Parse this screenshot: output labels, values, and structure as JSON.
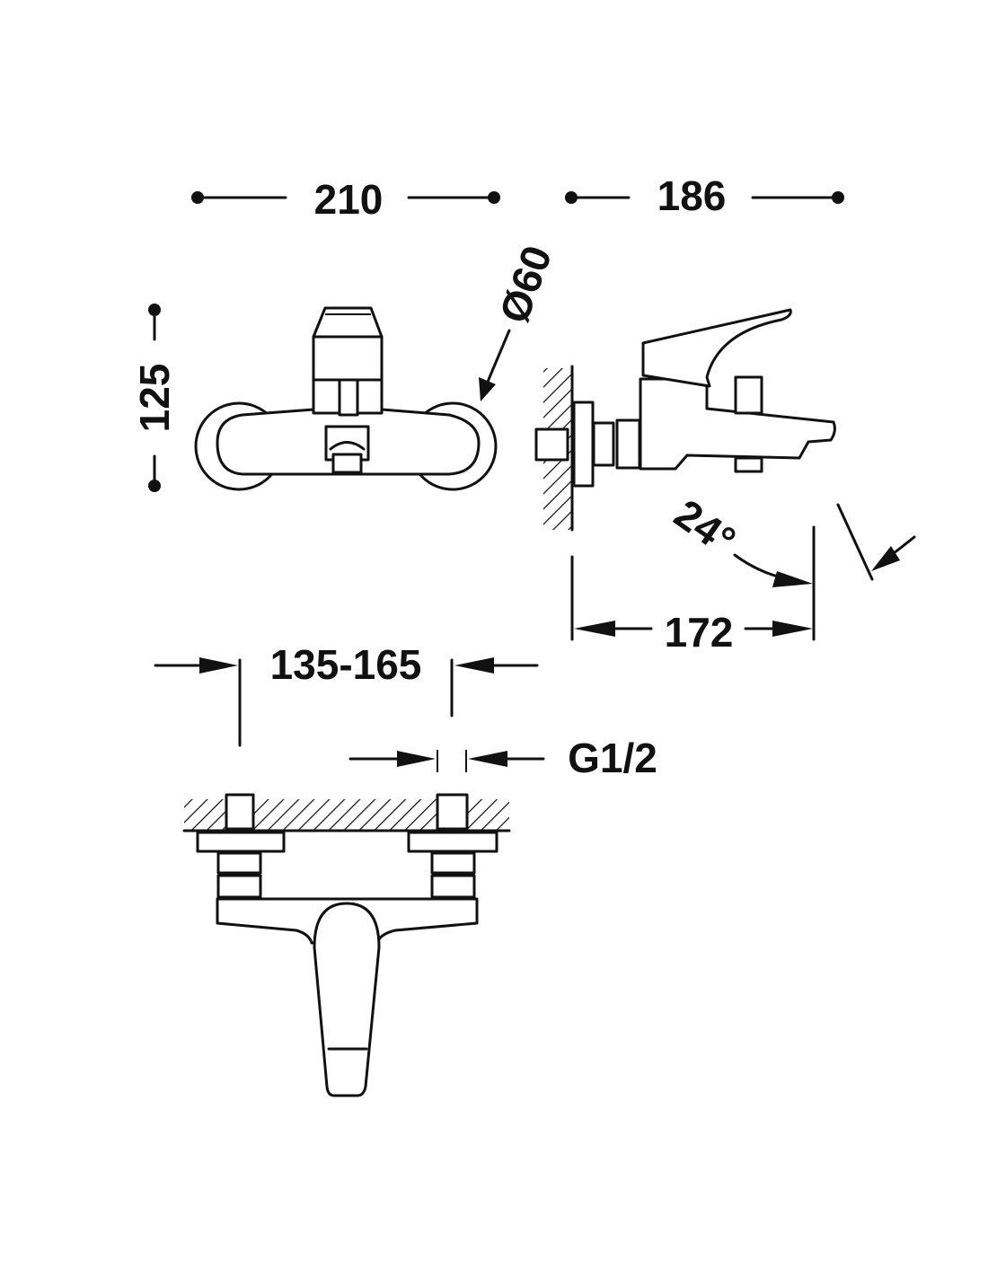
{
  "drawing": {
    "dimensions": {
      "front_width": "210",
      "side_depth": "186",
      "height": "125",
      "flange_diameter": "Ø60",
      "spout_reach": "172",
      "spout_angle": "24°",
      "inlet_spacing": "135-165",
      "thread": "G1/2"
    },
    "line_color": "#111111",
    "background": "#ffffff"
  }
}
